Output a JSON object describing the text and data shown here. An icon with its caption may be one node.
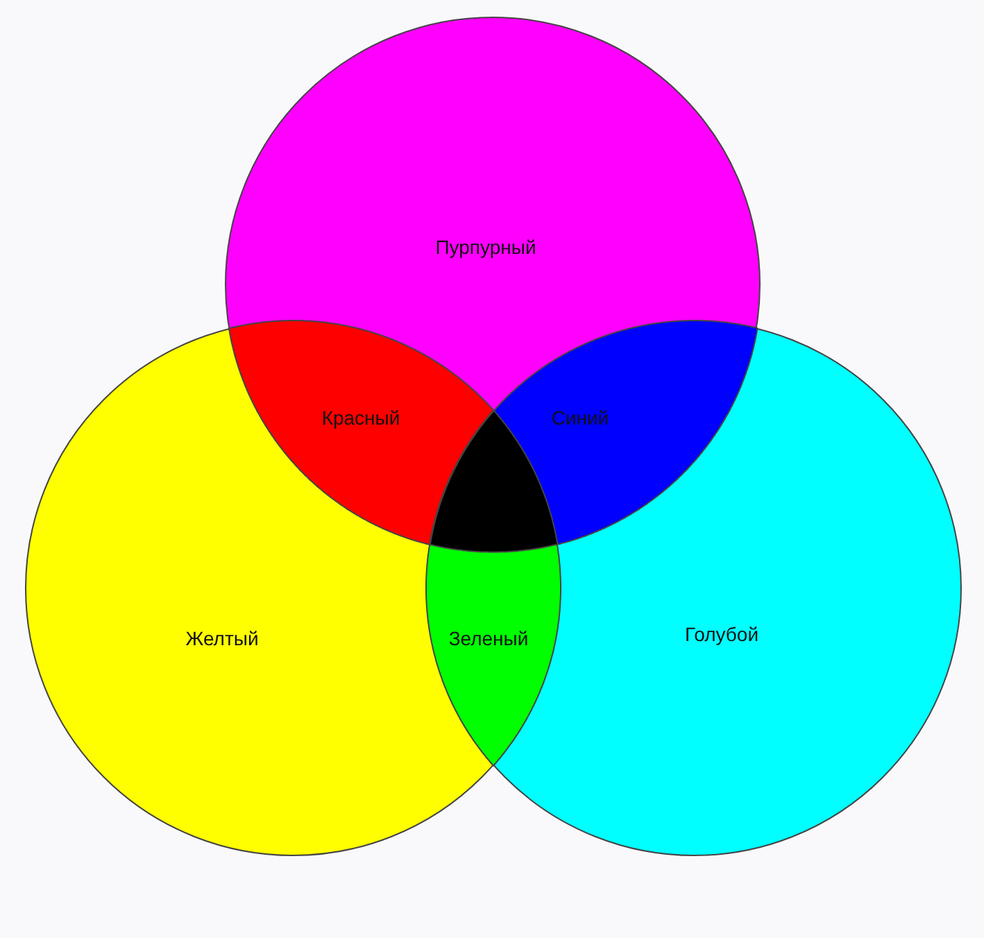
{
  "diagram": {
    "nodes": [
      {
        "text": [
          "Пурпурный"
        ]
      },
      {
        "text": [
          "Красный"
        ]
      },
      {
        "text": [
          "Синий"
        ]
      },
      {
        "text": [],
        "shape": "triangle"
      },
      {
        "text": [
          "Желтый"
        ]
      },
      {
        "text": [
          "Зеленый"
        ]
      },
      {
        "text": [
          "Голубой"
        ]
      }
    ]
  }
}
